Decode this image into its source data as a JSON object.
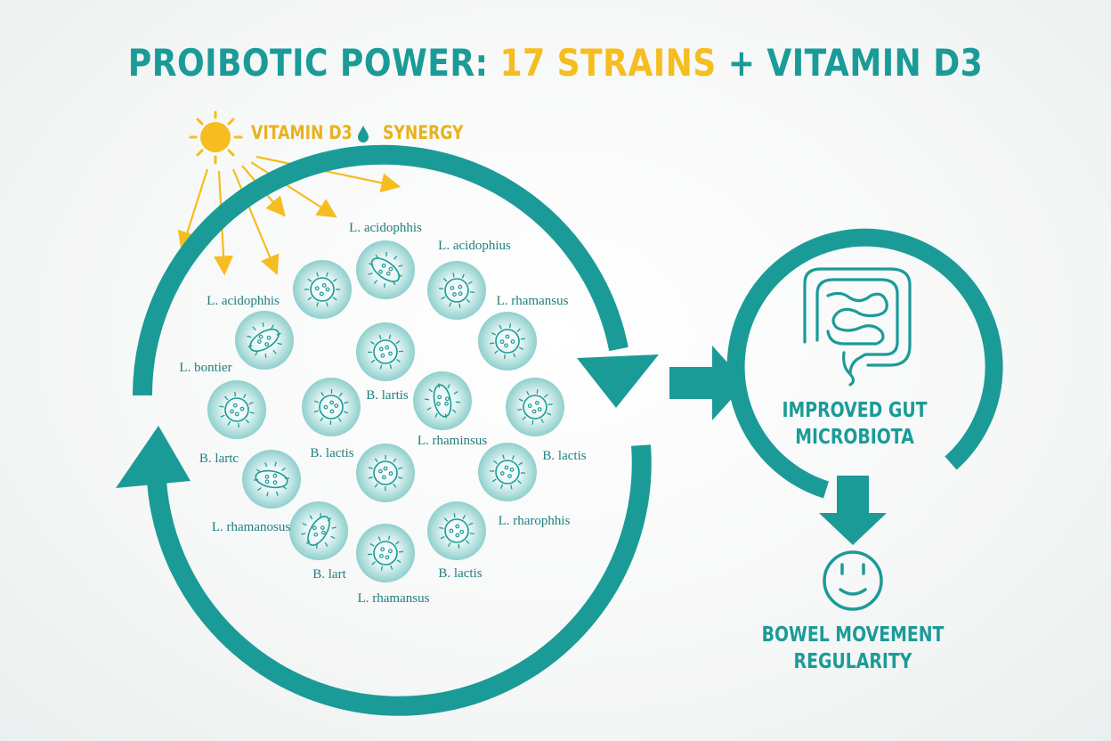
{
  "title": {
    "part1": "PROIBOTIC POWER: ",
    "part2": "17 STRAINS",
    "part3": " + VITAMIN D3"
  },
  "legend": {
    "vitamin_label": "VITAMIN D3",
    "synergy_label": "SYNERGY",
    "sun_icon": "sun-icon",
    "drop_icon": "water-drop-icon"
  },
  "strains": [
    "L. acidophhis",
    "L. acidophius",
    "L. acidophhis",
    "L. rhamansus",
    "L. bontier",
    "B. lartis",
    "B. lartс",
    "B. lactis",
    "L. rhaminsus",
    "B. lactis",
    "L. rhamanosus",
    "L. rharophhis",
    "B. lart",
    "B. lactis",
    "L. rhamansus"
  ],
  "outcomes": {
    "gut": [
      "IMPROVED GUT",
      "MICROBIOTA"
    ],
    "bowel": [
      "BOWEL MOVEMENT",
      "REGULARITY"
    ]
  },
  "colors": {
    "teal": "#1b9b98",
    "teal_light": "#bfe6e4",
    "yellow": "#f5bd1f"
  }
}
